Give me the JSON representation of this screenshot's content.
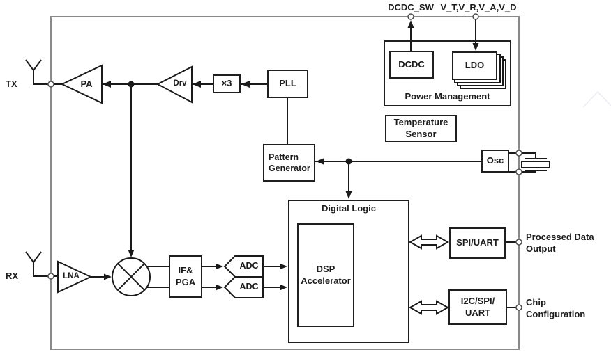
{
  "colors": {
    "line": "#1a1a1a",
    "chip_boundary": "#8a8a8a",
    "text": "#1c1c1c",
    "background": "#ffffff",
    "watermark_chevron": "#e9ecf1"
  },
  "external_pins": {
    "tx": "TX",
    "rx": "RX",
    "dcdc_sw": "DCDC_SW",
    "supply_rails": "V_T,V_R,V_A,V_D",
    "processed_data": [
      "Processed Data",
      "Output"
    ],
    "chip_configuration": [
      "Chip",
      "Configuration"
    ]
  },
  "tx_chain": {
    "pa": "PA",
    "drv": "Drv",
    "multiplier": "×3",
    "pll": "PLL",
    "pattern_generator": [
      "Pattern",
      "Generator"
    ]
  },
  "rx_chain": {
    "lna": "LNA",
    "if_pga": [
      "IF&",
      "PGA"
    ],
    "adc_top": "ADC",
    "adc_bottom": "ADC"
  },
  "power": {
    "dcdc": "DCDC",
    "ldo": "LDO",
    "container": "Power Management",
    "temperature_sensor": [
      "Temperature",
      "Sensor"
    ]
  },
  "clock": {
    "osc": "Osc"
  },
  "digital": {
    "container": "Digital Logic",
    "dsp_accelerator": [
      "DSP",
      "Accelerator"
    ],
    "spi_uart": "SPI/UART",
    "i2c_spi_uart": [
      "I2C/SPI/",
      "UART"
    ]
  }
}
